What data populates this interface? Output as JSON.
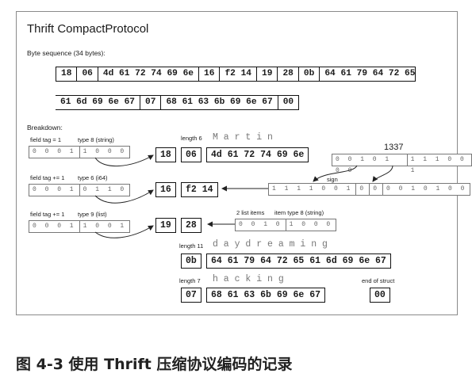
{
  "title": "Thrift CompactProtocol",
  "byte_sequence_label": "Byte sequence (34 bytes):",
  "byte_rows": [
    [
      "18",
      "06",
      "4d 61 72 74 69 6e",
      "16",
      "f2 14",
      "19",
      "28",
      "0b",
      "64 61 79 64 72 65"
    ],
    [
      "61 6d 69 6e 67",
      "07",
      "68 61 63 6b 69 6e 67",
      "00"
    ]
  ],
  "breakdown_label": "Breakdown:",
  "fields": [
    {
      "tag_label": "field tag = 1",
      "type_label": "type 8 (string)",
      "bits_tag": "0 0 0 1",
      "bits_type": "1 0 0 0",
      "tag_byte": "18"
    },
    {
      "tag_label": "field tag += 1",
      "type_label": "type 6 (i64)",
      "bits_tag": "0 0 0 1",
      "bits_type": "0 1 1 0",
      "tag_byte": "16"
    },
    {
      "tag_label": "field tag += 1",
      "type_label": "type 9 (list)",
      "bits_tag": "0 0 0 1",
      "bits_type": "1 0 0 1",
      "tag_byte": "19"
    }
  ],
  "name_field": {
    "length_label": "length 6",
    "length_byte": "06",
    "letters": "M  a  r  t  i  n",
    "bytes": "4d 61 72 74 69 6e"
  },
  "number_field": {
    "value": "1337",
    "bits_raw_a": "0 0 1 0 1 0 0",
    "bits_raw_b": "1 1 1 0 0 1",
    "sign_label": "sign",
    "bits_enc_a": "1 1 1 1 0 0 1",
    "bits_enc_b": "0",
    "bits_enc_c": "0",
    "bits_enc_d": "0 0 1 0 1 0 0",
    "bytes": "f2 14"
  },
  "list_field": {
    "header_byte": "28",
    "items_label": "2 list items",
    "item_type_label": "item type 8 (string)",
    "bits_a": "0 0 1 0",
    "bits_b": "1 0 0 0",
    "item1_length_label": "length 11",
    "item1_length_byte": "0b",
    "item1_letters": "d  a  y  d  r  e  a  m  i  n  g",
    "item1_bytes": "64 61 79 64 72 65 61 6d 69 6e 67",
    "item2_length_label": "length 7",
    "item2_length_byte": "07",
    "item2_letters": "h  a  c  k  i  n  g",
    "item2_bytes": "68 61 63 6b 69 6e 67",
    "end_label": "end of struct",
    "end_byte": "00"
  },
  "caption": "图 4-3 使用 Thrift 压缩协议编码的记录"
}
